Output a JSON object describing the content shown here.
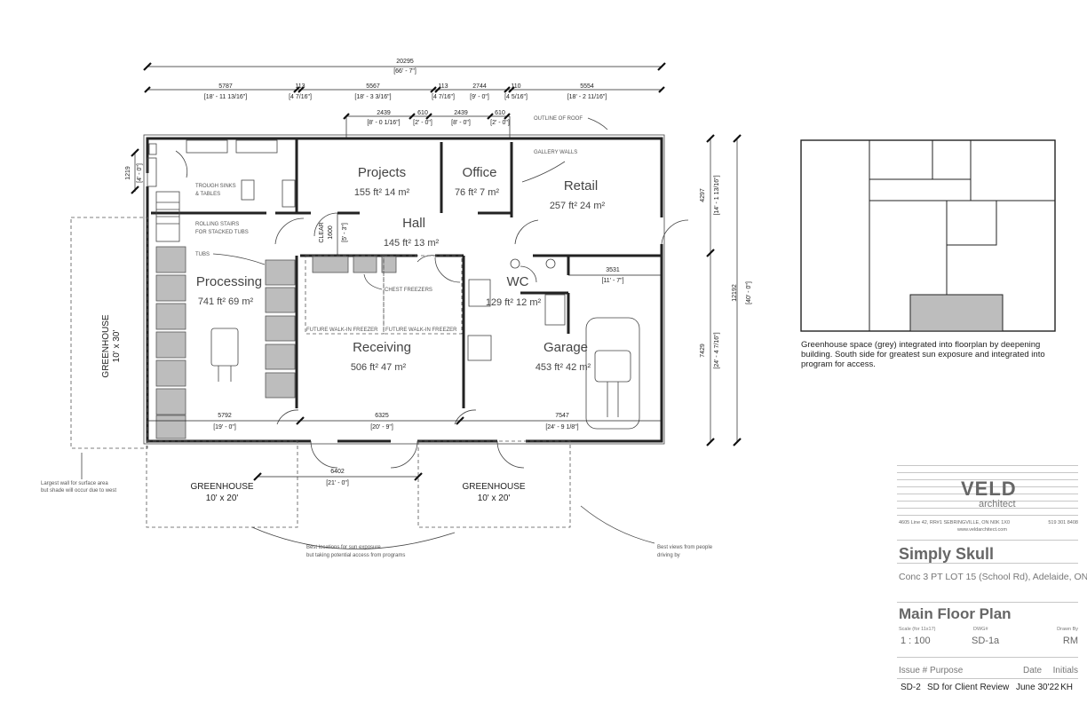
{
  "overall": {
    "mm": "20295",
    "ft": "[66' - 7\"]"
  },
  "top_dims": [
    {
      "mm": "5787",
      "ft": "[18' - 11 13/16\"]"
    },
    {
      "mm": "113",
      "ft": "[4 7/16\"]"
    },
    {
      "mm": "5567",
      "ft": "[18' - 3 3/16\"]"
    },
    {
      "mm": "113",
      "ft": "[4 7/16\"]"
    },
    {
      "mm": "2744",
      "ft": "[9' - 0\"]"
    },
    {
      "mm": "110",
      "ft": "[4 5/16\"]"
    },
    {
      "mm": "5554",
      "ft": "[18' - 2 11/16\"]"
    }
  ],
  "sub_dims": [
    {
      "mm": "2439",
      "ft": "[8' - 0 1/16\"]"
    },
    {
      "mm": "610",
      "ft": "[2' - 0\"]"
    },
    {
      "mm": "2439",
      "ft": "[8' - 0\"]"
    },
    {
      "mm": "610",
      "ft": "[2' - 0\"]"
    }
  ],
  "left_dim": {
    "mm": "1219",
    "ft": "[4' - 0\"]"
  },
  "right_dims": [
    {
      "mm": "4297",
      "ft": "[14' - 1 13/16\"]"
    },
    {
      "mm": "7429",
      "ft": "[24' - 4 7/16\"]"
    },
    {
      "mm": "12192",
      "ft": "[40' - 0\"]"
    }
  ],
  "bottom_dims": [
    {
      "mm": "5792",
      "ft": "[19' - 0\"]"
    },
    {
      "mm": "6325",
      "ft": "[20' - 9\"]"
    },
    {
      "mm": "7547",
      "ft": "[24' - 9 1/8\"]"
    }
  ],
  "greenhouse_dim": {
    "mm": "6402",
    "ft": "[21' - 0\"]"
  },
  "garage_dim": {
    "mm": "3531",
    "ft": "[11' - 7\"]"
  },
  "clear_dim": {
    "label": "CLEAR",
    "mm": "1600",
    "ft": "[5' - 3\"]"
  },
  "rooms": [
    {
      "name": "Projects",
      "area": "155 ft²  14 m²"
    },
    {
      "name": "Office",
      "area": "76 ft²  7 m²"
    },
    {
      "name": "Retail",
      "area": "257 ft²  24 m²"
    },
    {
      "name": "Hall",
      "area": "145 ft²  13 m²"
    },
    {
      "name": "Processing",
      "area": "741 ft²  69 m²"
    },
    {
      "name": "WC",
      "area": "129 ft²  12 m²"
    },
    {
      "name": "Receiving",
      "area": "506 ft²  47 m²"
    },
    {
      "name": "Garage",
      "area": "453 ft²  42 m²"
    }
  ],
  "notes": {
    "outline_roof": "OUTLINE OF ROOF",
    "gallery_walls": "GALLERY WALLS",
    "trough_1": "TROUGH SINKS",
    "trough_2": "& TABLES",
    "stairs_1": "ROLLING STAIRS",
    "stairs_2": "FOR STACKED TUBS",
    "tubs": "TUBS",
    "chest_freezers": "CHEST FREEZERS",
    "walkin_1": "FUTURE WALK-IN FREEZER",
    "walkin_2": "FUTURE WALK-IN FREEZER",
    "largest_1": "Largest wall for surface area",
    "largest_2": "but shade will occur due to west",
    "best_loc_1": "Best locations for sun exposure",
    "best_loc_2": "but taking potential access from programs",
    "best_view_1": "Best views from people",
    "best_view_2": "driving by"
  },
  "greenhouses": {
    "west": {
      "name": "GREENHOUSE",
      "size": "10' x 30'"
    },
    "south_left": {
      "name": "GREENHOUSE",
      "size": "10' x 20'"
    },
    "south_right": {
      "name": "GREENHOUSE",
      "size": "10' x 20'"
    }
  },
  "diagram_caption": "Greenhouse space (grey) integrated into floorplan by deepening building. South side for greatest sun exposure and integrated into program for access.",
  "title_block": {
    "logo": "VELD",
    "logo_sub": "architect",
    "address": "4605 Line 42, RR#1 SEBRINGVILLE, ON  N0K 1X0",
    "phone": "519 301 8408",
    "web": "www.veldarchitect.com",
    "project": "Simply Skull",
    "location": "Conc 3 PT LOT 15 (School Rd), Adelaide, ON",
    "sheet_title": "Main Floor Plan",
    "scale_label": "Scale (for 11x17)",
    "scale": "1 : 100",
    "dwg_label": "DWG#",
    "dwg": "SD-1a",
    "drawn_label": "Drawn By",
    "drawn": "RM",
    "issue_hdr": "Issue # Purpose",
    "date_hdr": "Date",
    "initials_hdr": "Initials",
    "issue": "SD-2",
    "purpose": "SD for Client Review",
    "date": "June 30'22",
    "initials": "KH"
  },
  "colors": {
    "wall": "#222222",
    "greenhouse_fill": "#bdbdbd",
    "text": "#444444"
  }
}
